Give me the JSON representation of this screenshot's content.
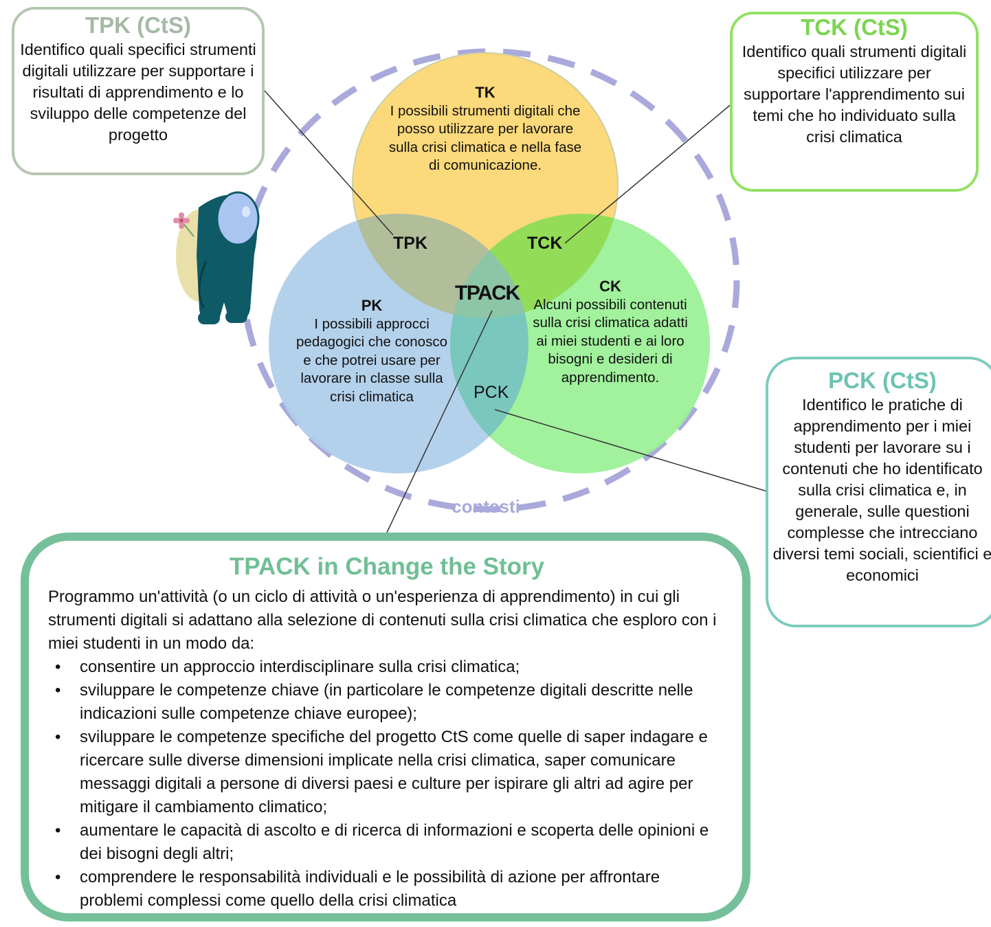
{
  "circles": {
    "tk": {
      "heading": "TK",
      "text": "I possibili strumenti digitali che posso utilizzare per lavorare sulla crisi climatica e nella fase di comunicazione.",
      "color": "#fcd97a"
    },
    "pk": {
      "heading": "PK",
      "text": "I possibili approcci pedagogici che conosco e che potrei usare per lavorare in classe sulla crisi climatica",
      "color": "#aecde9"
    },
    "ck": {
      "heading": "CK",
      "text": "Alcuni possibili contenuti sulla crisi climatica adatti ai miei studenti e ai loro bisogni e desideri di apprendimento.",
      "color": "#9af096"
    }
  },
  "intersections": {
    "tpk": "TPK",
    "tck": "TCK",
    "pck": "PCK",
    "tpack": "TPACK"
  },
  "context_label": "contesti",
  "boxes": {
    "tpk": {
      "title": "TPK (CtS)",
      "text": "Identifico quali specifici strumenti digitali utilizzare per supportare i risultati di apprendimento e lo sviluppo delle competenze del progetto"
    },
    "tck": {
      "title": "TCK (CtS)",
      "text": "Identifico quali strumenti digitali specifici utilizzare per supportare l'apprendimento sui temi che ho individuato sulla crisi climatica"
    },
    "pck": {
      "title": "PCK (CtS)",
      "text": "Identifico le pratiche di apprendimento per i miei studenti per lavorare su i contenuti che ho identificato sulla crisi climatica e, in generale, sulle questioni complesse che intrecciano diversi temi sociali, scientifici e economici"
    },
    "tpack": {
      "title": "TPACK in Change the Story",
      "intro": "Programmo un'attività (o un ciclo di attività o un'esperienza di apprendimento) in cui gli strumenti digitali si adattano alla selezione di contenuti sulla crisi climatica che esploro con i miei studenti in un modo da:",
      "bullets": [
        "consentire un approccio interdisciplinare sulla crisi climatica;",
        "sviluppare le competenze chiave (in particolare le competenze digitali descritte nelle indicazioni sulle competenze chiave europee);",
        "sviluppare le competenze specifiche del progetto CtS come quelle di saper indagare e ricercare sulle diverse dimensioni implicate nella crisi climatica, saper comunicare messaggi digitali a persone di diversi paesi e culture per ispirare gli altri ad agire per mitigare il cambiamento climatico;",
        "aumentare le capacità di ascolto e di ricerca di informazioni e scoperta delle opinioni e dei bisogni degli altri;",
        "comprendere le responsabilità individuali e le possibilità di azione per affrontare problemi complessi come quello della crisi climatica"
      ]
    }
  },
  "colors": {
    "context_dash": "#a9a9db",
    "tpk_border": "#b4c7b0",
    "tck_border": "#92e065",
    "pck_border": "#7ccdc0",
    "tpack_border": "#75c09a",
    "mascot": "#0e5a67"
  },
  "icons": [
    "astronaut-mascot-icon",
    "flower-icon"
  ]
}
